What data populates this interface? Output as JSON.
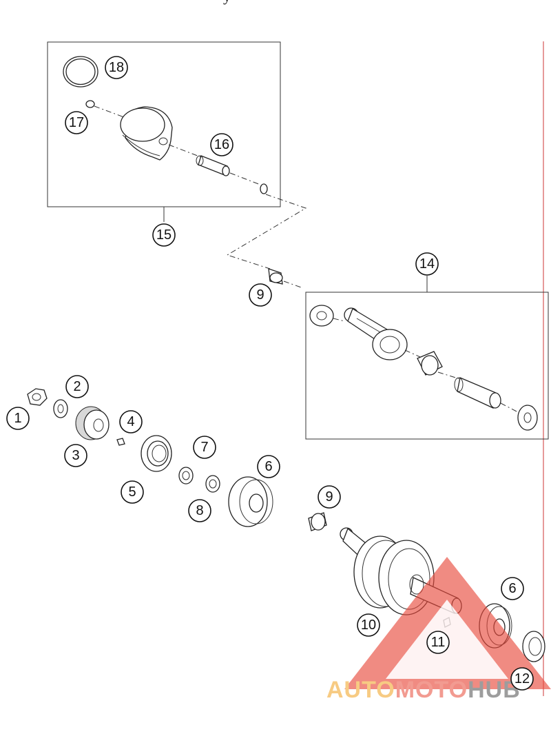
{
  "page_top_fragment": "y",
  "callouts": {
    "c1": "1",
    "c2": "2",
    "c3": "3",
    "c4": "4",
    "c5": "5",
    "c6a": "6",
    "c6b": "6",
    "c7": "7",
    "c8": "8",
    "c9a": "9",
    "c9b": "9",
    "c10": "10",
    "c11": "11",
    "c12": "12",
    "c14": "14",
    "c15": "15",
    "c16": "16",
    "c17": "17",
    "c18": "18"
  },
  "watermark": {
    "part1": "AUTO",
    "part2": "MOTO",
    "part3": "HUB",
    "colors": {
      "auto": "#f6c26e",
      "moto": "#f08a7e",
      "hub": "#8c8c8c",
      "triangle": "#e84a3c"
    }
  },
  "frame_color": "#cc3333"
}
